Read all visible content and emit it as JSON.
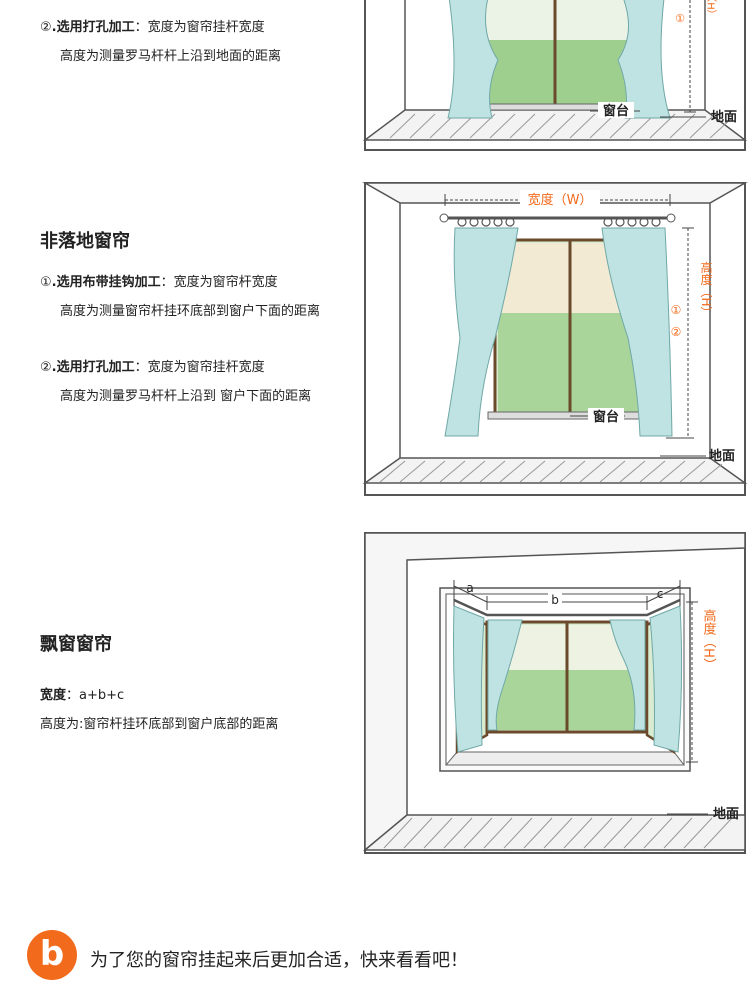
{
  "section1": {
    "item2": {
      "marker": "②",
      "title": ".选用打孔加工",
      "desc": "：宽度为窗帘挂杆宽度",
      "line2": "高度为测量罗马杆杆上沿到地面的距离"
    },
    "labels": {
      "sill": "窗台",
      "floor": "地面",
      "mark1": "①",
      "height_partial": "（H）"
    }
  },
  "section2": {
    "title": "非落地窗帘",
    "item1": {
      "marker": "①",
      "title": ".选用布带挂钩加工",
      "desc": "：宽度为窗帘杆宽度",
      "line2": "高度为测量窗帘杆挂环底部到窗户下面的距离"
    },
    "item2": {
      "marker": "②",
      "title": ".选用打孔加工",
      "desc": "：宽度为窗帘挂杆宽度",
      "line2": "高度为测量罗马杆杆上沿到 窗户下面的距离"
    },
    "labels": {
      "width": "宽度（W）",
      "height": "高度（H）",
      "mark1": "①",
      "mark2": "②",
      "sill": "窗台",
      "floor": "地面"
    }
  },
  "section3": {
    "title": "飘窗窗帘",
    "width_label": "宽度",
    "width_value": "：a+b+c",
    "height_line": "高度为:窗帘杆挂环底部到窗户底部的距离",
    "labels": {
      "a": "a",
      "b": "b",
      "c": "c",
      "height": "高度（H）",
      "floor": "地面"
    }
  },
  "footer": {
    "badge": "b",
    "text": "为了您的窗帘挂起来后更加合适，快来看看吧！",
    "badge_color": "#f26a1b"
  },
  "colors": {
    "accent": "#f26a1b",
    "curtain": "#bfe3e2",
    "frame": "#6b4a2b",
    "wall": "#555555"
  }
}
